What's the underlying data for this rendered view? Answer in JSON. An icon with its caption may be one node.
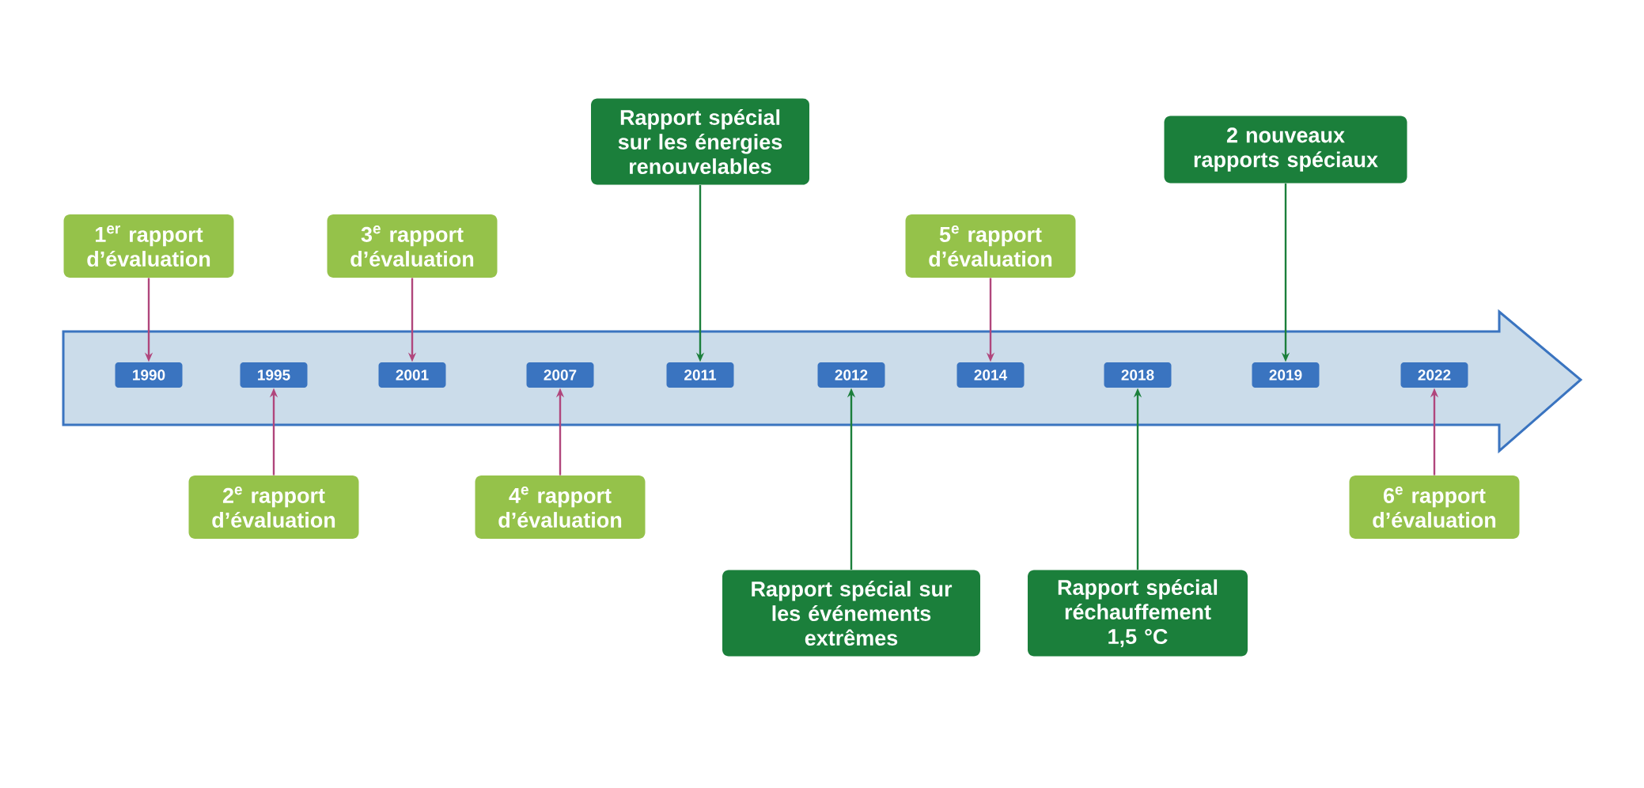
{
  "diagram": {
    "nodes": [
      {
        "text": [
          "1$^{er}$ rapport d’évaluation"
        ]
      },
      {
        "text": [
          "3$^{e}$ rapport d’évaluation"
        ]
      },
      {
        "text": [
          "Rapport spécial sur les énergies renouvelables"
        ]
      },
      {
        "text": [
          "5$^{e}$ rapport d’évaluation"
        ]
      },
      {
        "text": [
          "2 nouveaux rapports spéciaux"
        ]
      },
      {
        "text": [
          "1990"
        ]
      },
      {
        "text": [
          "1995"
        ]
      },
      {
        "text": [
          "2001"
        ]
      },
      {
        "text": [
          "2007"
        ]
      },
      {
        "text": [
          "2011"
        ]
      },
      {
        "text": [
          "2012"
        ]
      },
      {
        "text": [
          "2014"
        ]
      },
      {
        "text": [
          "2018"
        ]
      },
      {
        "text": [
          "2019"
        ]
      },
      {
        "text": [
          "2022"
        ]
      },
      {
        "text": [
          "2$^{e}$ rapport d’évaluation"
        ]
      },
      {
        "text": [
          "4$^{e}$ rapport d’évaluation"
        ]
      },
      {
        "text": [
          "Rapport spécial sur les événements extrêmes"
        ]
      },
      {
        "text": [
          "Rapport spécial réchauffement 1,5 °C"
        ]
      },
      {
        "text": [
          "6$^{e}$ rapport d’évaluation"
        ]
      }
    ],
    "edges": [
      {
        "from": 0,
        "to": 5,
        "arrow": "to"
      },
      {
        "from": 1,
        "to": 7,
        "arrow": "to"
      },
      {
        "from": 2,
        "to": 9,
        "arrow": "to",
        "color": "#1b7f3b"
      },
      {
        "from": 3,
        "to": 11,
        "arrow": "to"
      },
      {
        "from": 4,
        "to": 13,
        "arrow": "to",
        "color": "#1b7f3b"
      },
      {
        "from": 15,
        "to": 6,
        "arrow": "to"
      },
      {
        "from": 16,
        "to": 8,
        "arrow": "to"
      },
      {
        "from": 17,
        "to": 10,
        "arrow": "to",
        "color": "#1b7f3b"
      },
      {
        "from": 18,
        "to": 12,
        "arrow": "to",
        "color": "#1b7f3b"
      },
      {
        "from": 19,
        "to": 14,
        "arrow": "to"
      }
    ]
  }
}
